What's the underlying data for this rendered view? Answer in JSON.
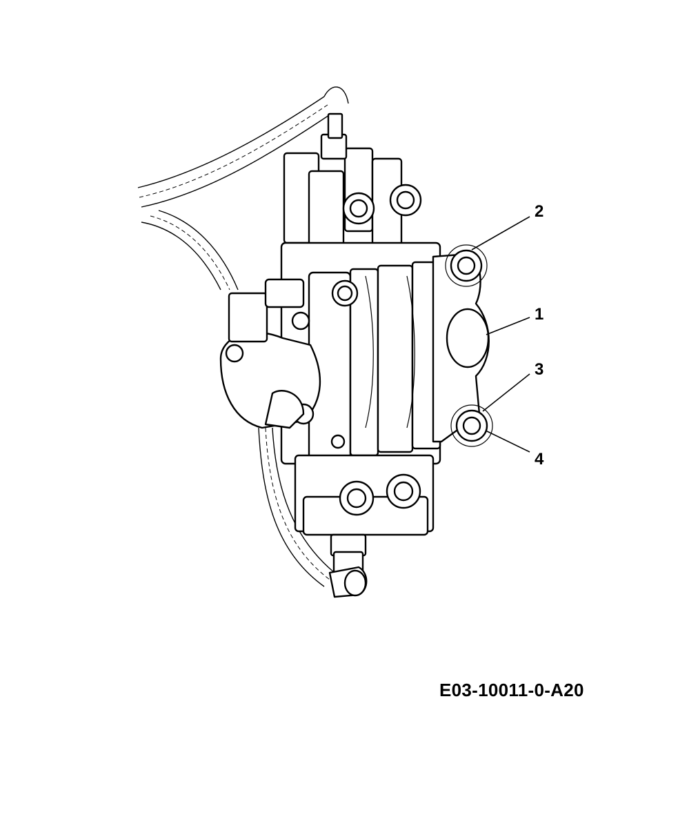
{
  "callouts": [
    {
      "id": "2",
      "label": "2"
    },
    {
      "id": "1",
      "label": "1"
    },
    {
      "id": "3",
      "label": "3"
    },
    {
      "id": "4",
      "label": "4"
    }
  ],
  "drawing_code": "E03-10011-0-A20"
}
